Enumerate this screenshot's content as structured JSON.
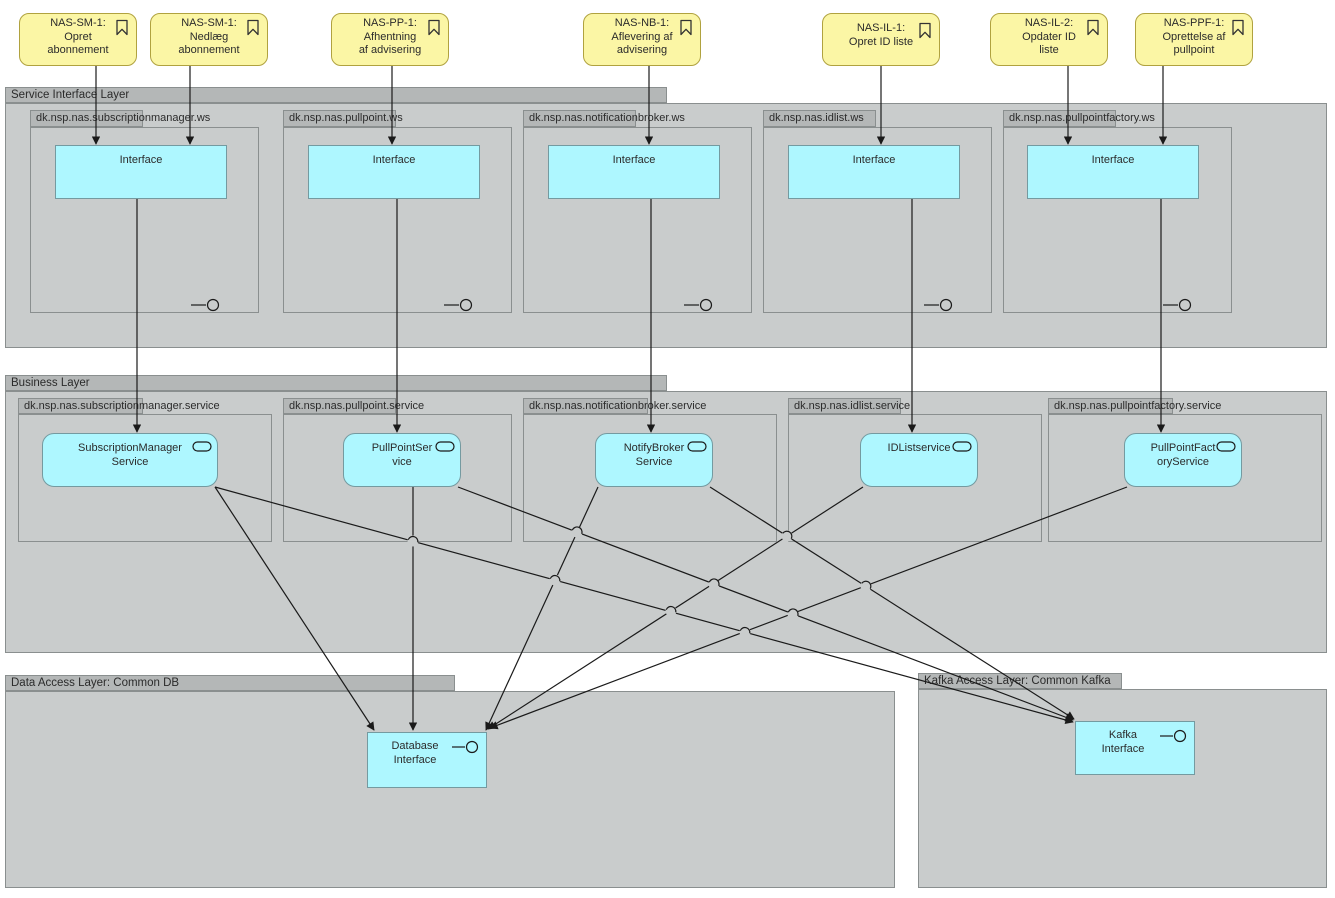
{
  "notes": [
    {
      "lines": [
        "NAS-SM-1:",
        "Opret",
        "abonnement"
      ]
    },
    {
      "lines": [
        "NAS-SM-1:",
        "Nedlæg",
        "abonnement"
      ]
    },
    {
      "lines": [
        "NAS-PP-1:",
        "Afhentning",
        "af advisering"
      ]
    },
    {
      "lines": [
        "NAS-NB-1:",
        "Aflevering af",
        "advisering"
      ]
    },
    {
      "lines": [
        "NAS-IL-1:",
        "Opret ID liste",
        ""
      ]
    },
    {
      "lines": [
        "NAS-IL-2:",
        "Opdater ID",
        "liste"
      ]
    },
    {
      "lines": [
        "NAS-PPF-1:",
        "Oprettelse af",
        "pullpoint"
      ]
    }
  ],
  "layers": {
    "service_interface": {
      "label": "Service Interface Layer"
    },
    "business": {
      "label": "Business Layer"
    },
    "data_access": {
      "label": "Data Access Layer: Common DB"
    },
    "kafka_access": {
      "label": "Kafka Access Layer: Common Kafka"
    }
  },
  "ws_groups": [
    {
      "label": "dk.nsp.nas.subscriptionmanager.ws",
      "interface_label": "Interface"
    },
    {
      "label": "dk.nsp.nas.pullpoint.ws",
      "interface_label": "Interface"
    },
    {
      "label": "dk.nsp.nas.notificationbroker.ws",
      "interface_label": "Interface"
    },
    {
      "label": "dk.nsp.nas.idlist.ws",
      "interface_label": "Interface"
    },
    {
      "label": "dk.nsp.nas.pullpointfactory.ws",
      "interface_label": "Interface"
    }
  ],
  "service_groups": [
    {
      "label": "dk.nsp.nas.subscriptionmanager.service",
      "service_lines": [
        "SubscriptionManager",
        "Service"
      ]
    },
    {
      "label": "dk.nsp.nas.pullpoint.service",
      "service_lines": [
        "PullPointSer",
        "vice"
      ]
    },
    {
      "label": "dk.nsp.nas.notificationbroker.service",
      "service_lines": [
        "NotifyBroker",
        "Service"
      ]
    },
    {
      "label": "dk.nsp.nas.idlist.service",
      "service_lines": [
        "IDListservice",
        ""
      ]
    },
    {
      "label": "dk.nsp.nas.pullpointfactory.service",
      "service_lines": [
        "PullPointFact",
        "oryService"
      ]
    }
  ],
  "db_interface": {
    "lines": [
      "Database",
      "Interface"
    ]
  },
  "kafka_interface": {
    "lines": [
      "Kafka",
      "Interface"
    ]
  },
  "colors": {
    "note_fill": "#fbf6a5",
    "note_border": "#b0a23f",
    "element_fill": "#aef7ff",
    "element_border": "#749aa0",
    "layer_tab": "#b4b7b7",
    "layer_body": "#c9cccc",
    "group_border": "#8a8f8f",
    "line": "#1a1a1a"
  }
}
